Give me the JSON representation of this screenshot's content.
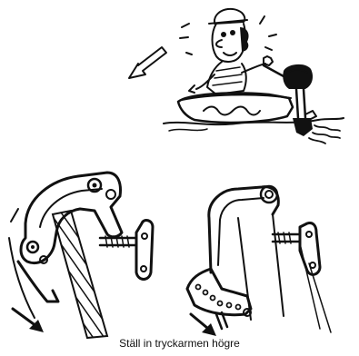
{
  "caption": "Ställ in tryckarmen högre",
  "colors": {
    "ink": "#111111",
    "paper": "#ffffff"
  },
  "figures": [
    {
      "icon": "boat-with-outboard-motor-cartoon"
    },
    {
      "icon": "bow-up-direction-arrow-icon"
    },
    {
      "icon": "transom-bracket-clamp-on-transom"
    },
    {
      "icon": "transom-bracket-trim-rod-adjusted"
    }
  ]
}
